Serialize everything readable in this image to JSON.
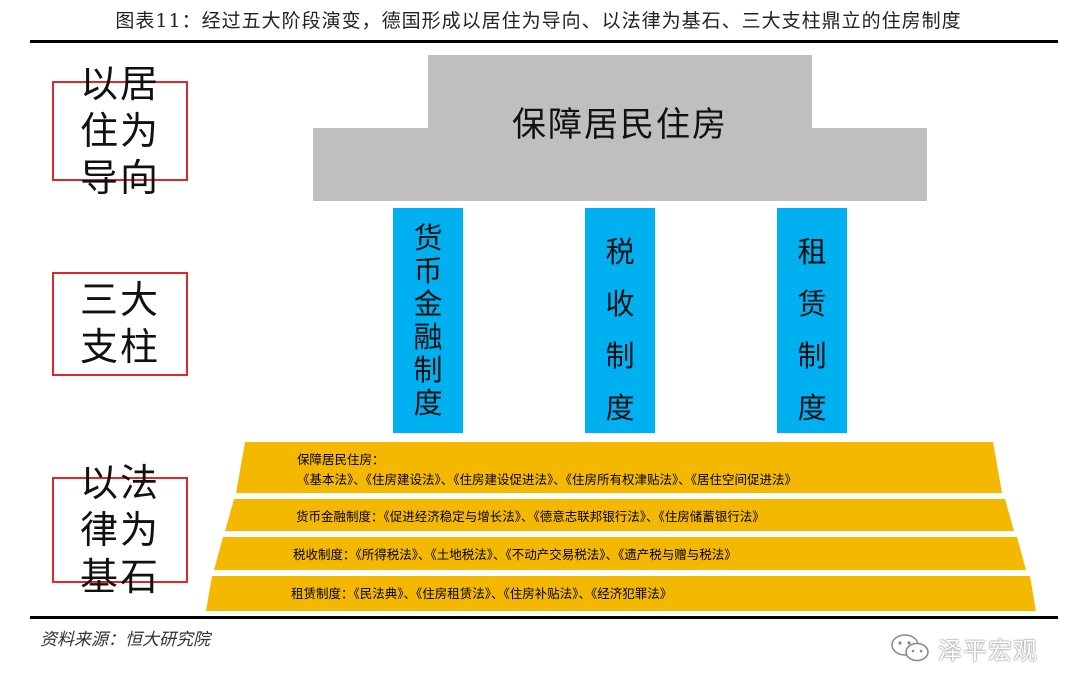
{
  "figure_title": "图表11：经过五大阶段演变，德国形成以居住为导向、以法律为基石、三大支柱鼎立的住房制度",
  "side_labels": {
    "guide": "以居住为导向",
    "pillars": "三大支柱",
    "law": "以法律为基石"
  },
  "roof": {
    "label": "保障居民住房"
  },
  "pillars": [
    {
      "label": "货币金融制度"
    },
    {
      "label": "税收制度"
    },
    {
      "label": "租赁制度"
    }
  ],
  "laws": {
    "row1_heading": "保障居民住房：",
    "row1_laws": "《基本法》、《住房建设法》、《住房建设促进法》、《住房所有权津贴法》、《居住空间促进法》",
    "row2": "货币金融制度：《促进经济稳定与增长法》、《德意志联邦银行法》、《住房储蓄银行法》",
    "row3": "税收制度：《所得税法》、《土地税法》、《不动产交易税法》、《遗产税与赠与税法》",
    "row4": "租赁制度：《民法典》、《住房租赁法》、《住房补贴法》、《经济犯罪法》"
  },
  "source": "资料来源：恒大研究院",
  "watermark": "泽平宏观",
  "colors": {
    "roof": "#bfbfbf",
    "pillar": "#00b0f0",
    "base": "#f5b800",
    "label_border": "#e2262b"
  }
}
